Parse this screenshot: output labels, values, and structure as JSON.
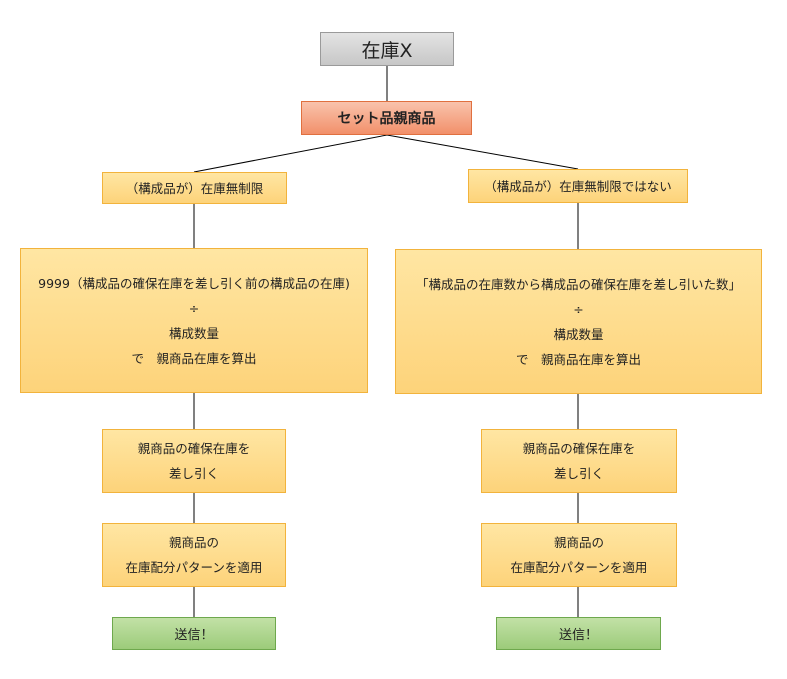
{
  "root": {
    "label": "在庫X"
  },
  "parent": {
    "label": "セット品親商品"
  },
  "branches": [
    {
      "condition": "（構成品が）在庫無制限",
      "calculation": [
        "9999（構成品の確保在庫を差し引く前の構成品の在庫)",
        "÷",
        "構成数量",
        "で　親商品在庫を算出"
      ],
      "subtract": [
        "親商品の確保在庫を",
        "差し引く"
      ],
      "apply": [
        "親商品の",
        "在庫配分パターンを適用"
      ],
      "send": "送信！"
    },
    {
      "condition": "（構成品が）在庫無制限ではない",
      "calculation": [
        "「構成品の在庫数から構成品の確保在庫を差し引いた数」",
        "÷",
        "構成数量",
        "で　親商品在庫を算出"
      ],
      "subtract": [
        "親商品の確保在庫を",
        "差し引く"
      ],
      "apply": [
        "親商品の",
        "在庫配分パターンを適用"
      ],
      "send": "送信！"
    }
  ],
  "colors": {
    "root_fill": "#d4d4d4",
    "parent_fill": "#f4a283",
    "step_fill": "#fedc8a",
    "step_border": "#f2b33c",
    "send_fill": "#acd38c",
    "connector": "#000000"
  }
}
